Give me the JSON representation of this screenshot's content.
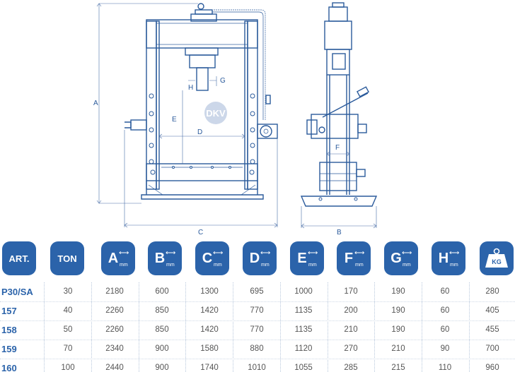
{
  "drawing": {
    "logo": "DKV",
    "dims": {
      "A": "A",
      "B": "B",
      "C": "C",
      "D": "D",
      "E": "E",
      "F": "F",
      "G": "G",
      "H": "H"
    }
  },
  "table": {
    "headers": [
      {
        "key": "art",
        "letter": "ART.",
        "unit": ""
      },
      {
        "key": "ton",
        "letter": "TON",
        "unit": ""
      },
      {
        "key": "a",
        "letter": "A",
        "unit": "mm"
      },
      {
        "key": "b",
        "letter": "B",
        "unit": "mm"
      },
      {
        "key": "c",
        "letter": "C",
        "unit": "mm"
      },
      {
        "key": "d",
        "letter": "D",
        "unit": "mm"
      },
      {
        "key": "e",
        "letter": "E",
        "unit": "mm"
      },
      {
        "key": "f",
        "letter": "F",
        "unit": "mm"
      },
      {
        "key": "g",
        "letter": "G",
        "unit": "mm"
      },
      {
        "key": "h",
        "letter": "H",
        "unit": "mm"
      },
      {
        "key": "kg",
        "letter": "KG",
        "unit": ""
      }
    ],
    "rows": [
      {
        "art": "P30/SA",
        "values": [
          "30",
          "2180",
          "600",
          "1300",
          "695",
          "1000",
          "170",
          "190",
          "60",
          "280"
        ]
      },
      {
        "art": "157",
        "values": [
          "40",
          "2260",
          "850",
          "1420",
          "770",
          "1135",
          "200",
          "190",
          "60",
          "405"
        ]
      },
      {
        "art": "158",
        "values": [
          "50",
          "2260",
          "850",
          "1420",
          "770",
          "1135",
          "210",
          "190",
          "60",
          "455"
        ]
      },
      {
        "art": "159",
        "values": [
          "70",
          "2340",
          "900",
          "1580",
          "880",
          "1120",
          "270",
          "210",
          "90",
          "700"
        ]
      },
      {
        "art": "160",
        "values": [
          "100",
          "2440",
          "900",
          "1740",
          "1010",
          "1055",
          "285",
          "215",
          "110",
          "960"
        ]
      }
    ]
  }
}
